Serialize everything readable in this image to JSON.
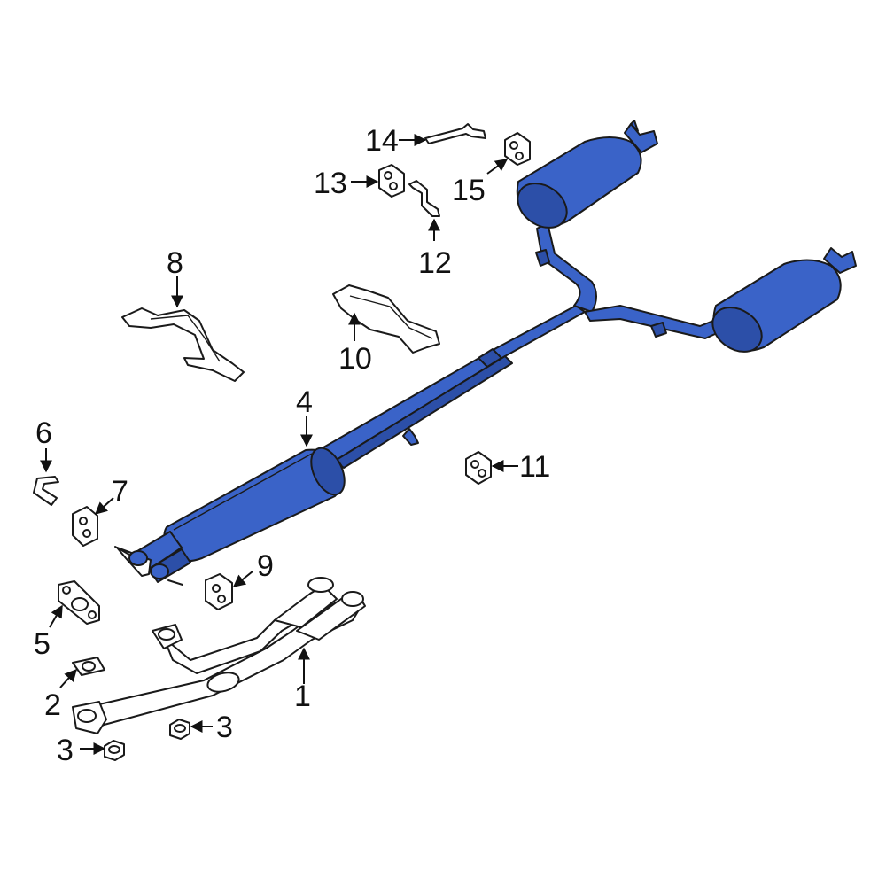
{
  "callouts": [
    {
      "id": "1",
      "label": "1"
    },
    {
      "id": "2",
      "label": "2"
    },
    {
      "id": "3a",
      "label": "3"
    },
    {
      "id": "3b",
      "label": "3"
    },
    {
      "id": "4",
      "label": "4"
    },
    {
      "id": "5",
      "label": "5"
    },
    {
      "id": "6",
      "label": "6"
    },
    {
      "id": "7",
      "label": "7"
    },
    {
      "id": "8",
      "label": "8"
    },
    {
      "id": "9",
      "label": "9"
    },
    {
      "id": "10",
      "label": "10"
    },
    {
      "id": "11",
      "label": "11"
    },
    {
      "id": "12",
      "label": "12"
    },
    {
      "id": "13",
      "label": "13"
    },
    {
      "id": "14",
      "label": "14"
    },
    {
      "id": "15",
      "label": "15"
    }
  ],
  "colors": {
    "highlight": "#3a63c8",
    "highlight_dark": "#2c4fa8",
    "line": "#1a1a1a",
    "background": "#ffffff"
  }
}
